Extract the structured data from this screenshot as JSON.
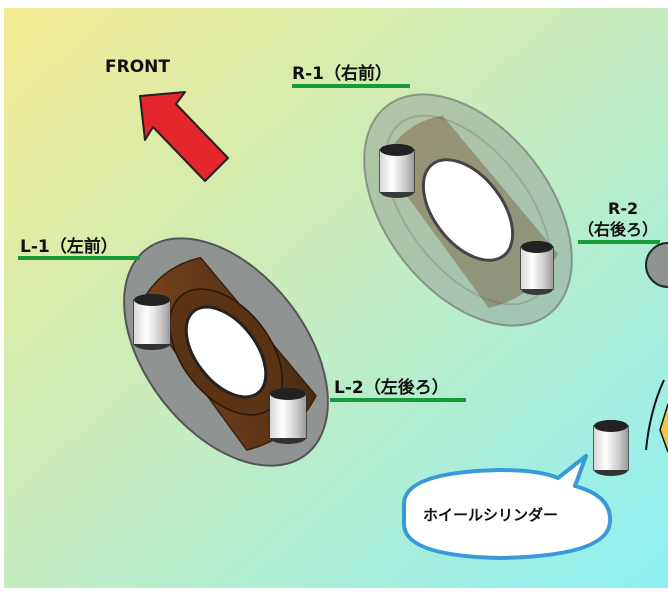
{
  "labels": {
    "front": "FRONT",
    "r1": "R-1（右前）",
    "r2_line1": "R-2",
    "r2_line2": "（右後ろ）",
    "l1": "L-1（左前）",
    "l2": "L-2（左後ろ）",
    "wheel_cylinder": "ホイールシリンダー"
  },
  "colors": {
    "leader_line": "#1a9b3a",
    "front_arrow": "#e3262b",
    "bubble_stroke": "#3a9ad9",
    "disc_gray": "#8f9493",
    "shoe_brown": "#6a3b17"
  }
}
